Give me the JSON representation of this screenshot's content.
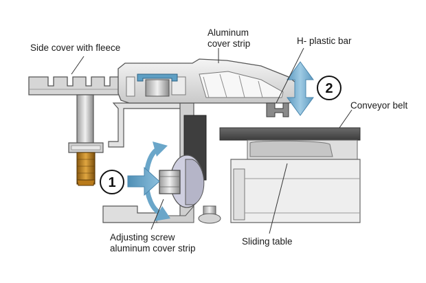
{
  "labels": {
    "side_cover": "Side cover with fleece",
    "aluminum_cover_line1": "Aluminum",
    "aluminum_cover_line2": "cover strip",
    "h_plastic_bar": "H- plastic bar",
    "conveyor_belt": "Conveyor belt",
    "adjusting_line1": "Adjusting screw",
    "adjusting_line2": "aluminum cover strip",
    "sliding_table": "Sliding table"
  },
  "callouts": {
    "one": "1",
    "two": "2"
  },
  "colors": {
    "arrow_blue": "#6aa6c9",
    "gold": "#c98a1e",
    "grey_dark": "#555555",
    "grey_mid": "#9a9a9a",
    "grey_light": "#dcdcdc",
    "plastic_blue": "#5e9fc4"
  }
}
